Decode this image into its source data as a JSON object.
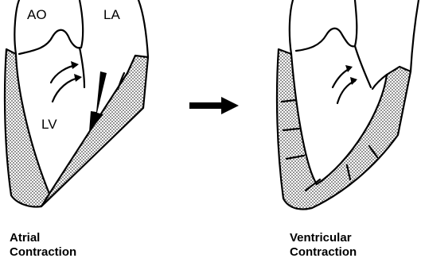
{
  "panels": [
    {
      "caption_line1": "Atrial",
      "caption_line2": "Contraction",
      "labels": {
        "aorta": "AO",
        "left_atrium": "LA",
        "left_ventricle": "LV"
      }
    },
    {
      "caption_line1": "Ventricular",
      "caption_line2": "Contraction"
    }
  ],
  "colors": {
    "ink": "#000000",
    "background": "#ffffff",
    "stipple": "#000000"
  }
}
